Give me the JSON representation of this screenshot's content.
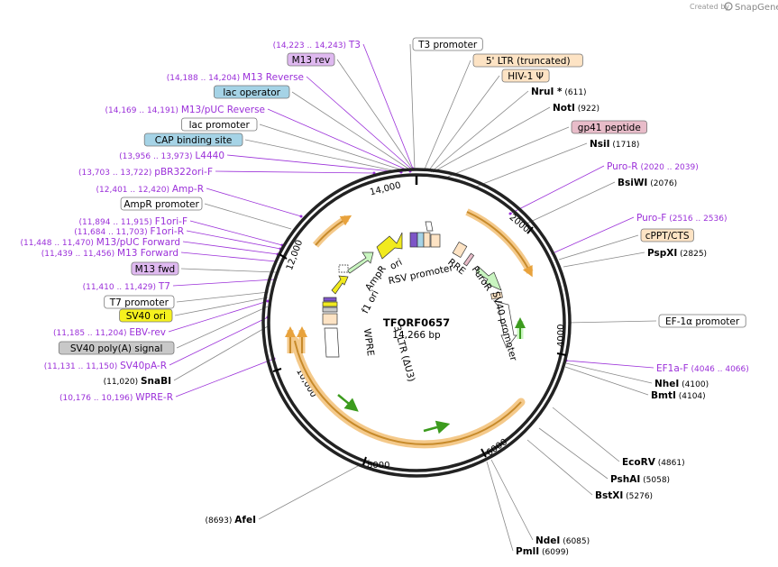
{
  "header": {
    "created_by": "Created by",
    "brand": "SnapGene"
  },
  "plasmid": {
    "name": "TFORF0657",
    "length": "14,266 bp"
  },
  "colors": {
    "primer": "#9b30d9",
    "orange_arrow": "#e8a23c",
    "orange_band": "#f4c98a",
    "green_arrow": "#3c9b1e",
    "yellow_feature": "#f1ea1e",
    "lightgreen_feature": "#c9f5c0",
    "peach_box": "#fde3c4",
    "blue_box": "#a5d3e6",
    "pink_box": "#e8bcc9",
    "lavender_box": "#dfb9f0",
    "gray_box": "#c8c8c8",
    "yellow_box": "#f6f21e"
  },
  "ruler_ticks": [
    "14,000",
    "2000",
    "4000",
    "6000",
    "8000",
    "10,000",
    "12,000"
  ],
  "labels_left": [
    {
      "coord": "(14,223 .. 14,243)",
      "name": "T3",
      "style": "primer"
    },
    {
      "name": "M13 rev",
      "style": "box-lavender"
    },
    {
      "coord": "(14,188 .. 14,204)",
      "name": "M13 Reverse",
      "style": "primer"
    },
    {
      "name": "lac operator",
      "style": "box-blue"
    },
    {
      "coord": "(14,169 .. 14,191)",
      "name": "M13/pUC Reverse",
      "style": "primer"
    },
    {
      "name": "lac promoter",
      "style": "box-white"
    },
    {
      "name": "CAP binding site",
      "style": "box-blue"
    },
    {
      "coord": "(13,956 .. 13,973)",
      "name": "L4440",
      "style": "primer"
    },
    {
      "coord": "(13,703 .. 13,722)",
      "name": "pBR322ori-F",
      "style": "primer"
    },
    {
      "coord": "(12,401 .. 12,420)",
      "name": "Amp-R",
      "style": "primer"
    },
    {
      "name": "AmpR promoter",
      "style": "box-white"
    },
    {
      "coord": "(11,894 .. 11,915)",
      "name": "F1ori-F",
      "style": "primer"
    },
    {
      "coord": "(11,684 .. 11,703)",
      "name": "F1ori-R",
      "style": "primer"
    },
    {
      "coord": "(11,448 .. 11,470)",
      "name": "M13/pUC Forward",
      "style": "primer"
    },
    {
      "coord": "(11,439 .. 11,456)",
      "name": "M13 Forward",
      "style": "primer"
    },
    {
      "name": "M13 fwd",
      "style": "box-lavender"
    },
    {
      "coord": "(11,410 .. 11,429)",
      "name": "T7",
      "style": "primer"
    },
    {
      "name": "T7 promoter",
      "style": "box-white"
    },
    {
      "name": "SV40 ori",
      "style": "box-yellow"
    },
    {
      "coord": "(11,185 .. 11,204)",
      "name": "EBV-rev",
      "style": "primer"
    },
    {
      "name": "SV40 poly(A) signal",
      "style": "box-gray"
    },
    {
      "coord": "(11,131 .. 11,150)",
      "name": "SV40pA-R",
      "style": "primer"
    },
    {
      "coord": "(11,020)",
      "name": "SnaBI",
      "style": "enzyme"
    },
    {
      "coord": "(10,176 .. 10,196)",
      "name": "WPRE-R",
      "style": "primer"
    },
    {
      "coord": "(8693)",
      "name": "AfeI",
      "style": "enzyme"
    }
  ],
  "labels_right": [
    {
      "name": "T3 promoter",
      "style": "box-white"
    },
    {
      "name": "5' LTR (truncated)",
      "style": "box-peach"
    },
    {
      "name": "HIV-1 Ψ",
      "style": "box-peach"
    },
    {
      "name": "NruI *",
      "coord": "(611)",
      "style": "enzyme"
    },
    {
      "name": "NotI",
      "coord": "(922)",
      "style": "enzyme"
    },
    {
      "name": "gp41 peptide",
      "style": "box-pink"
    },
    {
      "name": "NsiI",
      "coord": "(1718)",
      "style": "enzyme"
    },
    {
      "name": "Puro-R",
      "coord": "(2020 .. 2039)",
      "style": "primer"
    },
    {
      "name": "BsiWI",
      "coord": "(2076)",
      "style": "enzyme"
    },
    {
      "name": "Puro-F",
      "coord": "(2516 .. 2536)",
      "style": "primer"
    },
    {
      "name": "cPPT/CTS",
      "style": "box-peach"
    },
    {
      "name": "PspXI",
      "coord": "(2825)",
      "style": "enzyme"
    },
    {
      "name": "EF-1α promoter",
      "style": "box-white"
    },
    {
      "name": "EF1a-F",
      "coord": "(4046 .. 4066)",
      "style": "primer"
    },
    {
      "name": "NheI",
      "coord": "(4100)",
      "style": "enzyme"
    },
    {
      "name": "BmtI",
      "coord": "(4104)",
      "style": "enzyme"
    },
    {
      "name": "EcoRV",
      "coord": "(4861)",
      "style": "enzyme"
    },
    {
      "name": "PshAI",
      "coord": "(5058)",
      "style": "enzyme"
    },
    {
      "name": "BstXI",
      "coord": "(5276)",
      "style": "enzyme"
    },
    {
      "name": "NdeI",
      "coord": "(6085)",
      "style": "enzyme"
    },
    {
      "name": "PmlI",
      "coord": "(6099)",
      "style": "enzyme"
    }
  ],
  "inner_features": [
    "ori",
    "RSV promoter",
    "RRE",
    "PuroR",
    "SV40 promoter",
    "AmpR",
    "f1 ori",
    "3' LTR (ΔU3)",
    "WPRE"
  ]
}
